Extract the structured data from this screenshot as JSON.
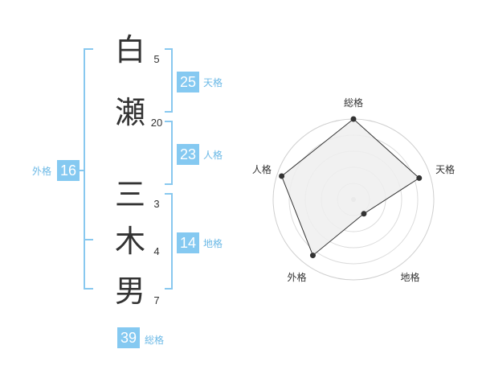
{
  "name": {
    "chars": [
      {
        "char": "白",
        "strokes": "5"
      },
      {
        "char": "瀬",
        "strokes": "20"
      },
      {
        "char": "三",
        "strokes": "3"
      },
      {
        "char": "木",
        "strokes": "4"
      },
      {
        "char": "男",
        "strokes": "7"
      }
    ]
  },
  "grades": {
    "tenkaku": {
      "value": "25",
      "label": "天格"
    },
    "jinkaku": {
      "value": "23",
      "label": "人格"
    },
    "chikaku": {
      "value": "14",
      "label": "地格"
    },
    "gaikaku": {
      "value": "16",
      "label": "外格"
    },
    "soukaku": {
      "value": "39",
      "label": "総格"
    }
  },
  "colors": {
    "accent": "#85c9f1",
    "bracket": "#88c8ef",
    "label": "#6cb9e6",
    "text": "#333333",
    "radar_fill": "#efefef",
    "radar_line": "#333333"
  },
  "chart_data": {
    "type": "radar",
    "axes": [
      "総格",
      "天格",
      "地格",
      "外格",
      "人格"
    ],
    "values": [
      1.0,
      0.86,
      0.22,
      0.86,
      0.94
    ],
    "max": 1.0,
    "rings": 5
  }
}
